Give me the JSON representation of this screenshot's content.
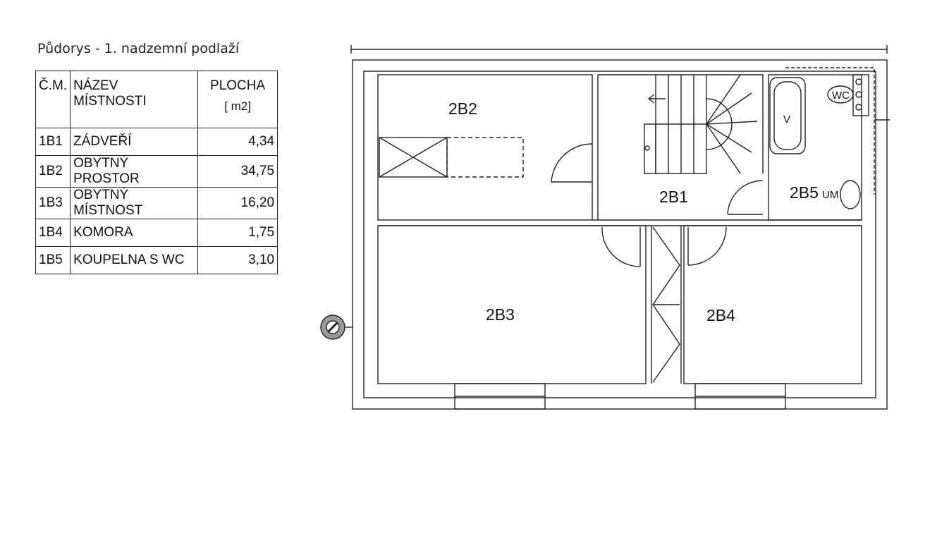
{
  "title": "Půdorys - 1. nadzemní podlaží",
  "table": {
    "headers": {
      "code": "Č.M.",
      "name": "NÁZEV MÍSTNOSTI",
      "area": "PLOCHA",
      "unit": "[ m2]"
    },
    "rows": [
      {
        "code": "1B1",
        "name": "ZÁDVEŘÍ",
        "area": "4,34"
      },
      {
        "code": "1B2",
        "name": "OBYTNÝ PROSTOR",
        "area": "34,75"
      },
      {
        "code": "1B3",
        "name": "OBYTNÝ MÍSTNOST",
        "area": "16,20"
      },
      {
        "code": "1B4",
        "name": "KOMORA",
        "area": "1,75"
      },
      {
        "code": "1B5",
        "name": "KOUPELNA S WC",
        "area": "3,10"
      }
    ]
  },
  "plan": {
    "rooms": [
      "2B2",
      "2B1",
      "2B3",
      "2B4",
      "2B5"
    ],
    "fixtures": {
      "bath": "V",
      "toilet": "WC",
      "washbasin": "UM"
    }
  }
}
